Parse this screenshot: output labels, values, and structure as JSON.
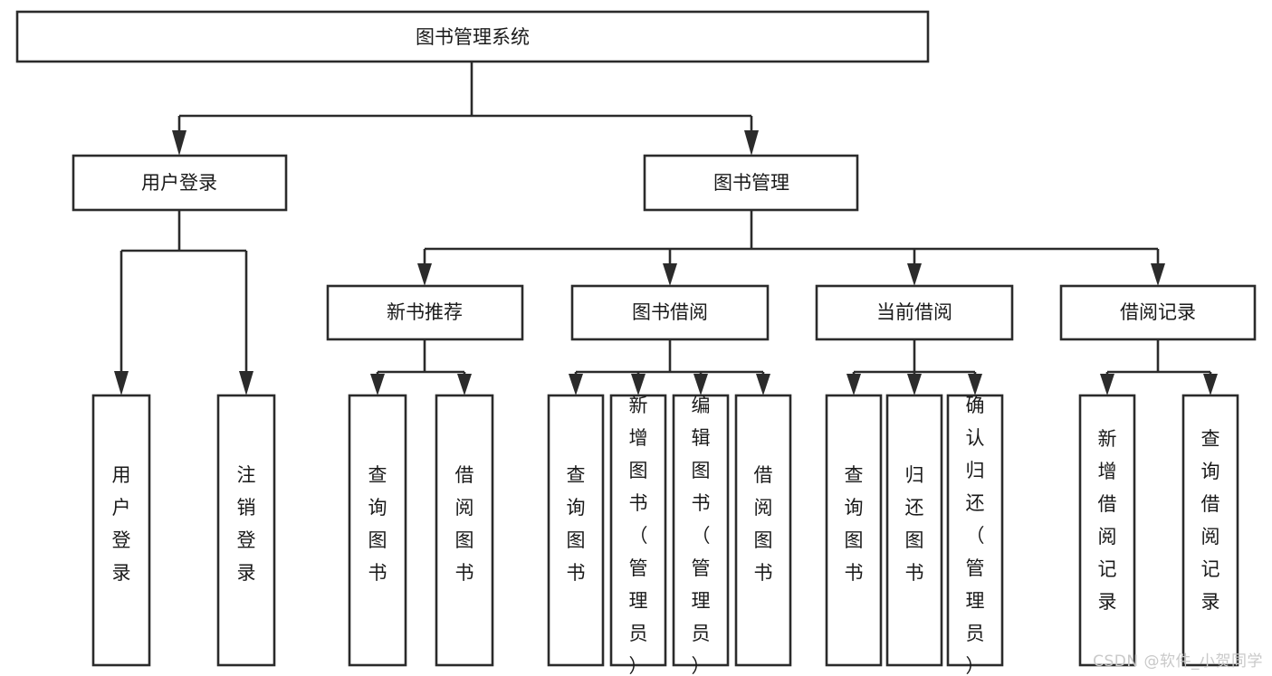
{
  "diagram": {
    "type": "tree-hierarchy",
    "title": "图书管理系统",
    "orientation": "top-down",
    "colors": {
      "stroke": "#2b2b2b",
      "fill": "#ffffff",
      "text": "#1a1a1a",
      "watermark": "#c9c9c9"
    },
    "levels": {
      "root": {
        "label": "图书管理系统"
      },
      "level2": [
        {
          "label": "用户登录"
        },
        {
          "label": "图书管理"
        }
      ],
      "level3": [
        {
          "label": "新书推荐"
        },
        {
          "label": "图书借阅"
        },
        {
          "label": "当前借阅"
        },
        {
          "label": "借阅记录"
        }
      ],
      "leaves": {
        "user_login": [
          {
            "label": "用户登录"
          },
          {
            "label": "注销登录"
          }
        ],
        "new_book_recommend": [
          {
            "label": "查询图书"
          },
          {
            "label": "借阅图书"
          }
        ],
        "book_borrow": [
          {
            "label": "查询图书"
          },
          {
            "label": "新增图书（管理员）"
          },
          {
            "label": "编辑图书（管理员）"
          },
          {
            "label": "借阅图书"
          }
        ],
        "current_borrow": [
          {
            "label": "查询图书"
          },
          {
            "label": "归还图书"
          },
          {
            "label": "确认归还（管理员）"
          }
        ],
        "borrow_record": [
          {
            "label": "新增借阅记录"
          },
          {
            "label": "查询借阅记录"
          }
        ]
      }
    }
  },
  "watermark": {
    "text": "CSDN @软件_小贺同学"
  }
}
